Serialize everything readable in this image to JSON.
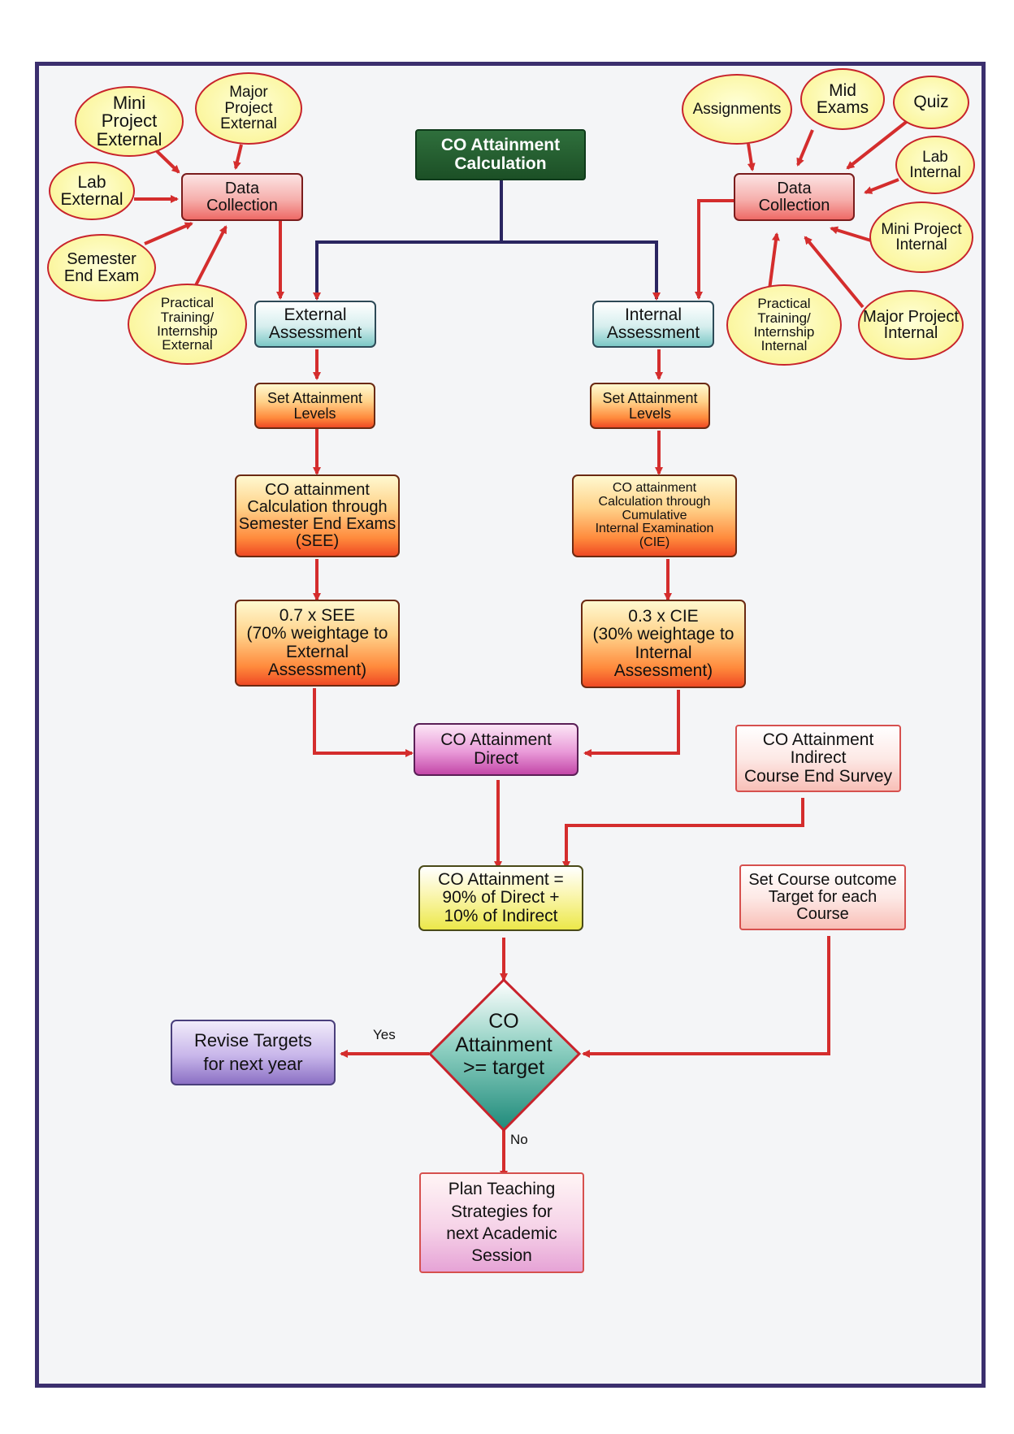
{
  "diagram": {
    "title": "CO Attainment\nCalculation",
    "external": {
      "sources": {
        "mini_project": "Mini\nProject\nExternal",
        "major_project": "Major\nProject\nExternal",
        "lab": "Lab\nExternal",
        "semester_end_exam": "Semester\nEnd Exam",
        "practical_training": "Practical\nTraining/\nInternship\nExternal"
      },
      "data_collection": "Data\nCollection",
      "assessment": "External\nAssessment",
      "set_levels": "Set Attainment\nLevels",
      "calculation": "CO attainment\nCalculation through\nSemester End Exams\n(SEE)",
      "weightage": "0.7 x SEE\n(70% weightage to\nExternal\nAssessment)"
    },
    "internal": {
      "sources": {
        "assignments": "Assignments",
        "mid_exams": "Mid\nExams",
        "quiz": "Quiz",
        "lab": "Lab\nInternal",
        "mini_project": "Mini Project\nInternal",
        "major_project": "Major Project\nInternal",
        "practical_training": "Practical\nTraining/\nInternship\nInternal"
      },
      "data_collection": "Data\nCollection",
      "assessment": "Internal\nAssessment",
      "set_levels": "Set Attainment\nLevels",
      "calculation": "CO attainment\nCalculation through\nCumulative\nInternal Examination\n(CIE)",
      "weightage": "0.3 x CIE\n(30% weightage to\nInternal\nAssessment)"
    },
    "direct": "CO Attainment\nDirect",
    "indirect": "CO Attainment\nIndirect\nCourse End Survey",
    "combined": "CO Attainment =\n90% of Direct +\n10% of Indirect",
    "set_target": "Set Course outcome\nTarget for each\nCourse",
    "decision": "CO\nAttainment\n>= target",
    "yes_label": "Yes",
    "no_label": "No",
    "revise": "Revise Targets\nfor next year",
    "plan": "Plan Teaching\nStrategies for\nnext Academic\nSession"
  },
  "colors": {
    "arrow": "#d42d2d",
    "trunk": "#2a2560",
    "frame": "#3b2f6e",
    "title_bg": "#1c5026"
  }
}
